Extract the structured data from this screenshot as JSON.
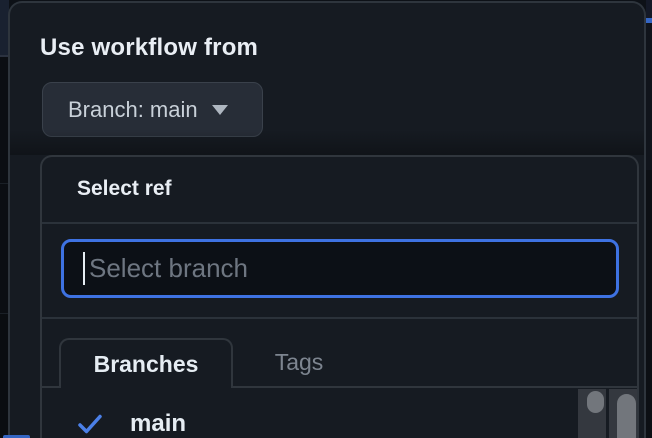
{
  "dialog": {
    "title": "Use workflow from",
    "branch_button": {
      "label": "Branch: main",
      "icon": "caret-down-icon"
    },
    "ref_selector": {
      "title": "Select ref",
      "search": {
        "value": "",
        "placeholder": "Select branch"
      },
      "tabs": [
        {
          "label": "Branches",
          "active": true
        },
        {
          "label": "Tags",
          "active": false
        }
      ],
      "items": [
        {
          "label": "main",
          "selected": true,
          "icon": "check-icon"
        }
      ]
    }
  },
  "colors": {
    "focus_blue": "#3e72e2",
    "check_blue": "#4b80e8",
    "accent_strip_blue": "#3566c4",
    "dialog_bg": "#161b22",
    "panel_border": "#30363d",
    "input_bg": "#0c1016"
  }
}
